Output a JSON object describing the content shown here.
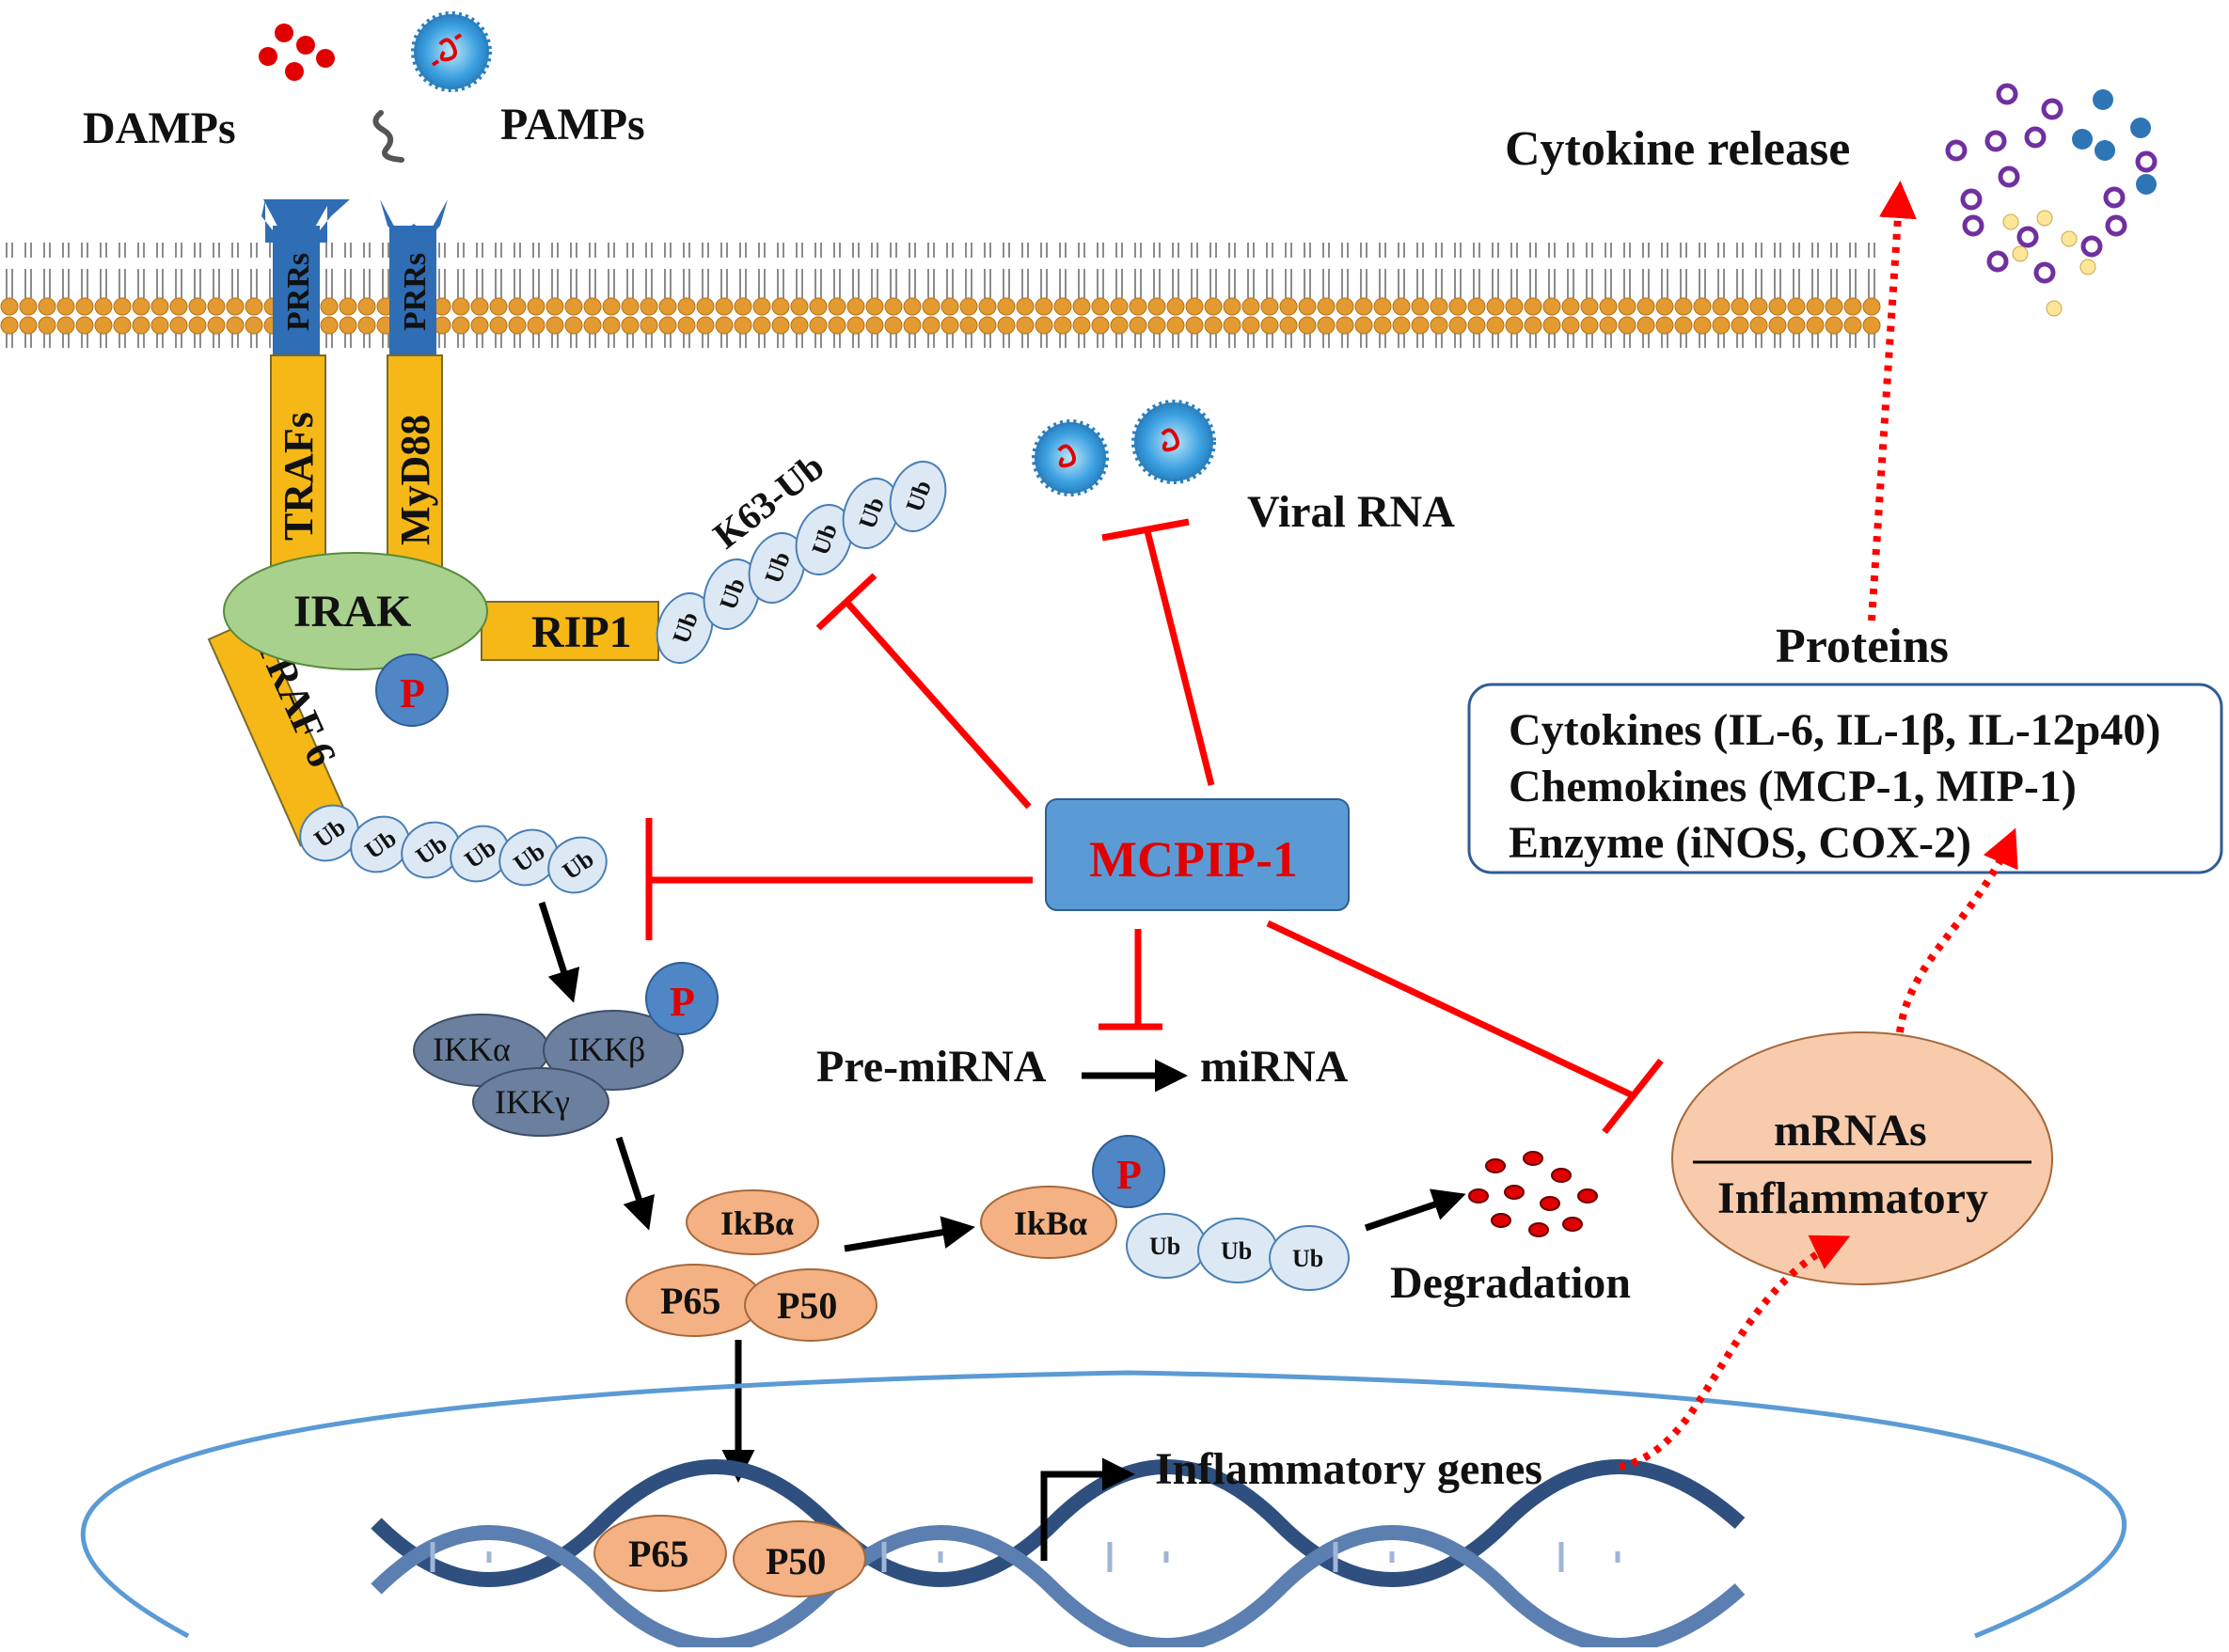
{
  "labels": {
    "damps": "DAMPs",
    "pamps": "PAMPs",
    "prr": "PRRs",
    "trafs": "TRAFs",
    "myd88": "MyD88",
    "irak": "IRAK",
    "p": "P",
    "rip1": "RIP1",
    "k63ub": "K63-Ub",
    "ub": "Ub",
    "traf6": "TRAF 6",
    "viral_rna": "Viral RNA",
    "mcpip": "MCPIP-1",
    "ikka": "IKKα",
    "ikkb": "IKKβ",
    "ikkg": "IKKγ",
    "premirna": "Pre-miRNA",
    "mirna": "miRNA",
    "ikba": "IkBα",
    "p65": "P65",
    "p50": "P50",
    "degradation": "Degradation",
    "inflammatory_genes": "Inflammatory genes",
    "mrnas": "mRNAs",
    "inflammatory": "Inflammatory",
    "proteins": "Proteins",
    "cytokine_release": "Cytokine release"
  },
  "protein_list": [
    "Cytokines (IL-6, IL-1β, IL-12p40)",
    "Chemokines (MCP-1, MIP-1)",
    "Enzyme (iNOS, COX-2)"
  ],
  "colors": {
    "membrane_head": "#e39a30",
    "receptor": "#2f6db5",
    "adaptor": "#f5b817",
    "irak": "#a9d18e",
    "p_bubble": "#4f86c6",
    "p_text": "#e00000",
    "ub_fill": "#dce9f5",
    "ikk": "#6b7f9e",
    "nfkb": "#f4b183",
    "mcpip_box": "#5b9bd5",
    "inhibit": "#ff0000",
    "mrna_ellipse": "#f8cbad",
    "nucleus": "#5b9bd5",
    "cytokine_purple": "#7030a0",
    "cytokine_blue": "#2e75b6",
    "cytokine_yellow": "#ffe699",
    "virus": "#3aa0e0",
    "red_dot": "#e00000"
  }
}
